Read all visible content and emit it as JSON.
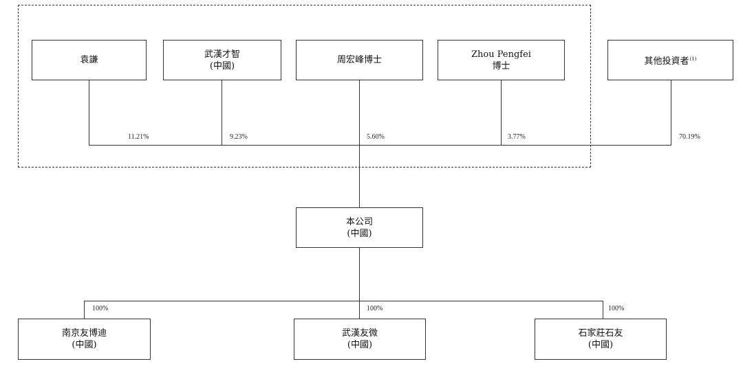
{
  "shareholders": [
    {
      "id": "yuan",
      "line1": "袁謙",
      "line2": "",
      "pct": "11.21%"
    },
    {
      "id": "wuhan_caizhi",
      "line1": "武漢才智",
      "line2": "(中國)",
      "pct": "9.23%"
    },
    {
      "id": "zhou_hongfeng",
      "line1": "周宏峰博士",
      "line2": "",
      "pct": "5.60%"
    },
    {
      "id": "zhou_pengfei",
      "line1": "Zhou Pengfei",
      "line2": "博士",
      "pct": "3.77%"
    },
    {
      "id": "others",
      "line1": "其他投資者",
      "note": "(1)",
      "pct": "70.19%"
    }
  ],
  "company": {
    "line1": "本公司",
    "line2": "(中國)"
  },
  "subsidiaries": [
    {
      "id": "nanjing",
      "line1": "南京友博迪",
      "line2": "(中國)",
      "pct": "100%"
    },
    {
      "id": "wuhan_youwei",
      "line1": "武漢友微",
      "line2": "(中國)",
      "pct": "100%"
    },
    {
      "id": "shijiazhuang",
      "line1": "石家莊石友",
      "line2": "(中國)",
      "pct": "100%"
    }
  ]
}
